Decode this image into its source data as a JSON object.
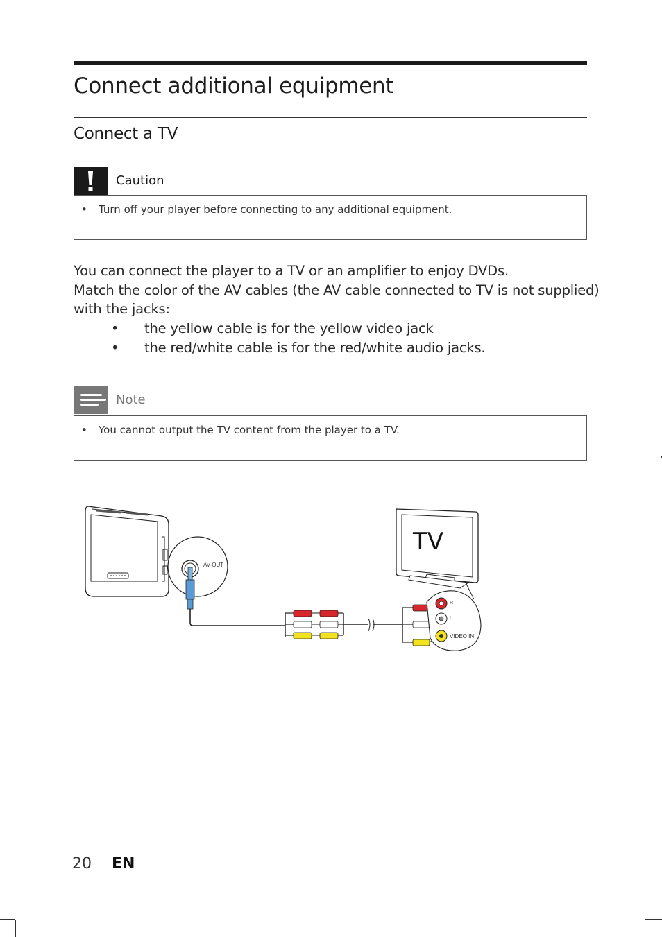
{
  "page": {
    "title": "Connect additional equipment",
    "subtitle": "Connect a TV",
    "page_number": "20",
    "language": "EN"
  },
  "caution": {
    "icon": "exclamation-icon",
    "title": "Caution",
    "items": [
      "Turn off your player before connecting to any additional equipment."
    ]
  },
  "body": {
    "lines": [
      "You can connect the player to a TV or an amplifier to enjoy DVDs.",
      "Match the color of the AV cables (the AV cable connected to TV is not supplied)",
      "with the jacks:"
    ],
    "bullets": [
      "the yellow cable is for the yellow video jack",
      "the red/white cable is for the red/white audio jacks."
    ]
  },
  "note": {
    "icon": "note-lines-icon",
    "title": "Note",
    "items": [
      "You cannot output the TV content from the player to a TV."
    ]
  },
  "figure": {
    "av_out_label": "AV OUT",
    "tv_label": "TV",
    "jack_r_label": "R",
    "jack_l_label": "L",
    "video_in_label": "VIDEO IN",
    "colors": {
      "red": "#d7262c",
      "white": "#ffffff",
      "yellow": "#f3e21f",
      "blue": "#5b9bd5"
    }
  }
}
